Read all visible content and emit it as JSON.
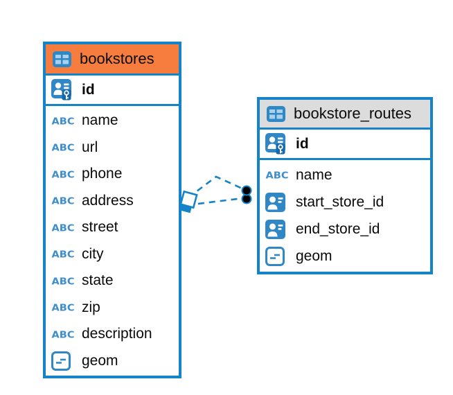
{
  "diagram": {
    "kind": "entity-relationship-diagram"
  },
  "colors": {
    "table_border": "#1583C7",
    "connector": "#1583C7",
    "icon_blue": "#2F87C6",
    "icon_blue_light": "#A9D0EC",
    "abc_blue": "#3E8ECC",
    "key_badge_blue": "#1668A8",
    "text": "#0A0A0A",
    "bookstores_header": "#F67D3E",
    "routes_header": "#DCDCDC",
    "canvas_bg": "#FFFFFF",
    "dot_black": "#000000"
  },
  "tables": [
    {
      "name": "bookstores",
      "header_icon": "table-icon",
      "header_color": "#F67D3E",
      "primary_key": {
        "label": "id",
        "icon": "primary-key-icon"
      },
      "columns": [
        {
          "label": "name",
          "icon": "text-icon"
        },
        {
          "label": "url",
          "icon": "text-icon"
        },
        {
          "label": "phone",
          "icon": "text-icon"
        },
        {
          "label": "address",
          "icon": "text-icon"
        },
        {
          "label": "street",
          "icon": "text-icon"
        },
        {
          "label": "city",
          "icon": "text-icon"
        },
        {
          "label": "state",
          "icon": "text-icon"
        },
        {
          "label": "zip",
          "icon": "text-icon"
        },
        {
          "label": "description",
          "icon": "text-icon"
        },
        {
          "label": "geom",
          "icon": "geometry-icon"
        }
      ]
    },
    {
      "name": "bookstore_routes",
      "header_icon": "table-icon",
      "header_color": "#DCDCDC",
      "primary_key": {
        "label": "id",
        "icon": "primary-key-icon"
      },
      "columns": [
        {
          "label": "name",
          "icon": "text-icon"
        },
        {
          "label": "start_store_id",
          "icon": "reference-icon"
        },
        {
          "label": "end_store_id",
          "icon": "reference-icon"
        },
        {
          "label": "geom",
          "icon": "geometry-icon"
        }
      ]
    }
  ],
  "relationships": [
    {
      "from_table": "bookstores",
      "to_table": "bookstore_routes",
      "line_style": "dashed"
    },
    {
      "from_table": "bookstores",
      "to_table": "bookstore_routes",
      "line_style": "dashed"
    }
  ]
}
